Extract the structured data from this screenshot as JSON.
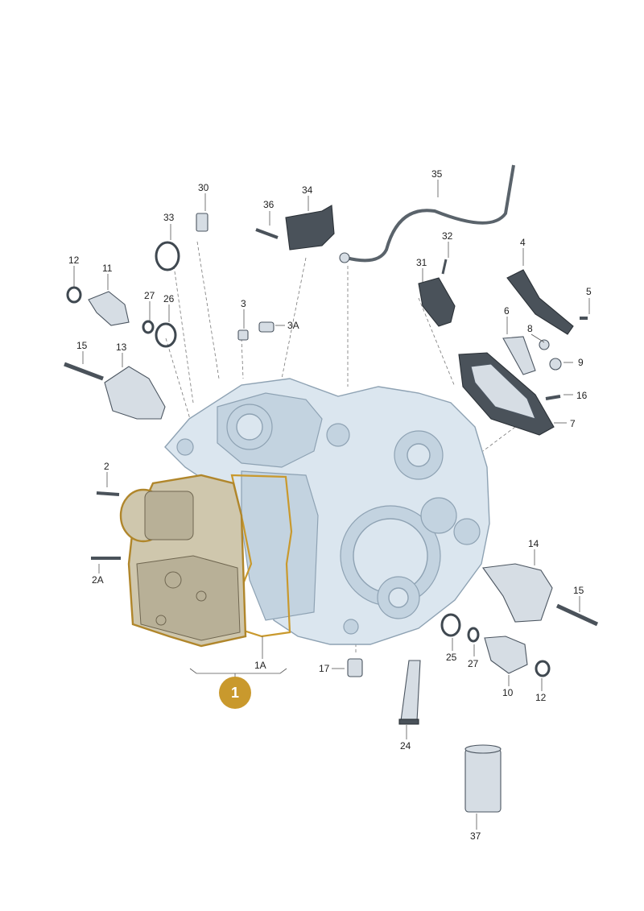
{
  "callouts": {
    "c1": "1",
    "c1A": "1A",
    "c2": "2",
    "c2A": "2A",
    "c3": "3",
    "c3A": "3A",
    "c4": "4",
    "c5": "5",
    "c6": "6",
    "c7": "7",
    "c8": "8",
    "c9": "9",
    "c10": "10",
    "c11": "11",
    "c12a": "12",
    "c12b": "12",
    "c13": "13",
    "c14": "14",
    "c15a": "15",
    "c15b": "15",
    "c16": "16",
    "c17": "17",
    "c24": "24",
    "c25": "25",
    "c26": "26",
    "c27a": "27",
    "c27b": "27",
    "c30": "30",
    "c31": "31",
    "c32": "32",
    "c33": "33",
    "c34": "34",
    "c35": "35",
    "c36": "36",
    "c37": "37"
  },
  "colors": {
    "highlight": "#c9992d",
    "housing": "#dbe6ef",
    "part_dark": "#4a525a"
  }
}
